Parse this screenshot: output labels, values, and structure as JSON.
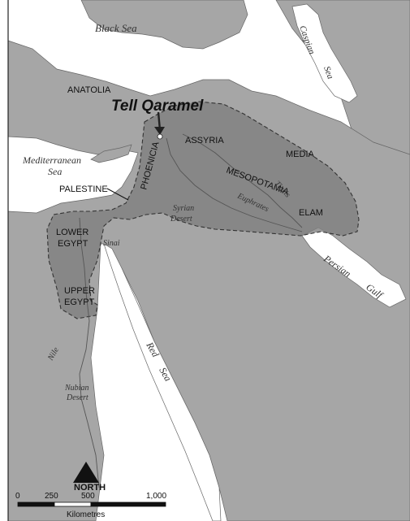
{
  "labels": {
    "black_sea": "Black Sea",
    "caspian": "Caspian",
    "sea": "Sea",
    "anatolia": "ANATOLIA",
    "site": "Tell Qaramel",
    "assyria": "ASSYRIA",
    "media": "MEDIA",
    "mediterranean": "Mediterranean",
    "med_sea": "Sea",
    "phoenicia": "PHOENICIA",
    "mesopotamia": "MESOPOTAMIA",
    "tigris": "Tigris",
    "palestine": "PALESTINE",
    "syrian": "Syrian",
    "desert": "Desert",
    "euphrates": "Euphrates",
    "elam": "ELAM",
    "lower": "LOWER",
    "egypt": "EGYPT",
    "sinai": "Sinai",
    "persian": "Persian",
    "gulf": "Gulf",
    "upper": "UPPER",
    "egypt2": "EGYPT",
    "red": "Red",
    "red_sea": "Sea",
    "nile": "Nile",
    "nubian": "Nubian",
    "nubian_desert": "Desert"
  },
  "compass": {
    "label": "NORTH"
  },
  "scale": {
    "ticks": [
      "0",
      "250",
      "500",
      "1,000"
    ],
    "unit": "Kilometres"
  },
  "colors": {
    "water": "#ffffff",
    "land": "#a6a6a6",
    "crescent": "#7f7f7f",
    "outline": "#444444"
  }
}
